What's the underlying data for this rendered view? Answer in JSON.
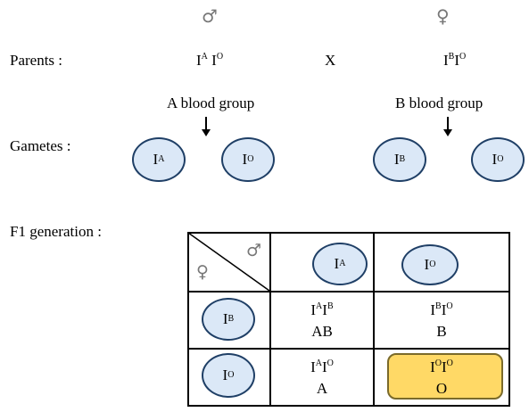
{
  "symbols": {
    "male": "♂",
    "female": "♀"
  },
  "labels": {
    "parents": "Parents :",
    "gametes": "Gametes  :",
    "f1": "F1 generation :",
    "cross": "X",
    "parent1_group": "A blood group",
    "parent2_group": "B blood group"
  },
  "alleles": {
    "base": "I",
    "A": "A",
    "B": "B",
    "O": "O"
  },
  "parent1_genotype": {
    "allele1": "A",
    "allele2": "O"
  },
  "parent2_genotype": {
    "allele1": "B",
    "allele2": "O"
  },
  "gametes": {
    "parent1": [
      "A",
      "O"
    ],
    "parent2": [
      "B",
      "O"
    ]
  },
  "punnett": {
    "male_gametes": [
      "A",
      "O"
    ],
    "female_gametes": [
      "B",
      "O"
    ],
    "cells": [
      [
        {
          "a1": "A",
          "a2": "B",
          "phenotype": "AB"
        },
        {
          "a1": "B",
          "a2": "O",
          "phenotype": "B"
        }
      ],
      [
        {
          "a1": "A",
          "a2": "O",
          "phenotype": "A"
        },
        {
          "a1": "O",
          "a2": "O",
          "phenotype": "O"
        }
      ]
    ],
    "highlighted_cell": "O"
  },
  "colors": {
    "oval_fill": "#dbe8f7",
    "oval_border": "#1f3f66",
    "highlight_fill": "#ffd966",
    "symbol_gray": "#777777"
  }
}
